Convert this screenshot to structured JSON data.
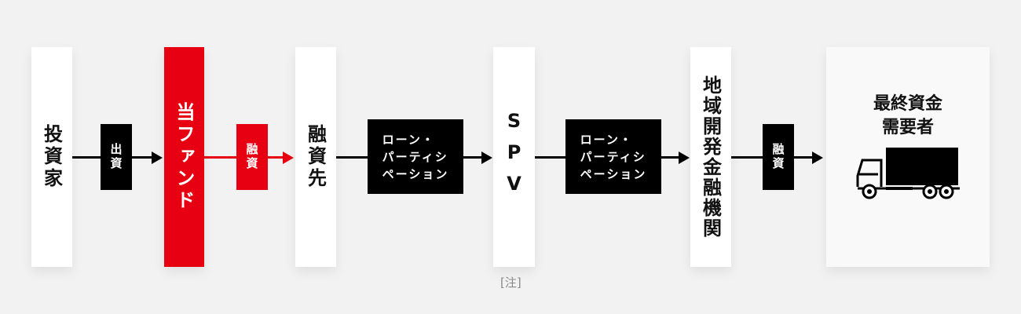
{
  "nodes": {
    "investor": "投資家",
    "fund": "当ファンド",
    "borrower": "融資先",
    "spv": "SPV",
    "regional_bank": "地域開発金融機関",
    "end_user": "最終資金\n需要者"
  },
  "flows": {
    "investment": "出資",
    "loan1": "融資",
    "participation1": "ローン・\nパーティシ\nペーション",
    "participation2": "ローン・\nパーティシ\nペーション",
    "loan2": "融資"
  },
  "note": "[注]",
  "icons": {
    "end_user": "truck-icon"
  },
  "colors": {
    "accent": "#e60012",
    "background": "#f2f2f2"
  }
}
